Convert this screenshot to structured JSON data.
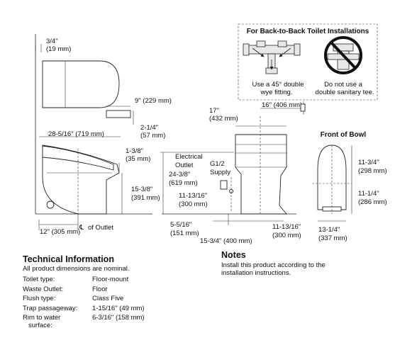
{
  "backtoback": {
    "title": "For Back-to-Back Toilet Installations",
    "left_caption_1": "Use a 45° double",
    "left_caption_2": "wye fitting.",
    "right_caption_1": "Do not use a",
    "right_caption_2": "double sanitary tee."
  },
  "side": {
    "dim_top_in": "3/4\"",
    "dim_top_mm": "(19 mm)",
    "dim_9_in": "9\" (229 mm)",
    "dim_2_in": "2-1/4\"",
    "dim_2_mm": "(57 mm)",
    "dim_28": "28-5/16\" (719 mm)",
    "dim_138_in": "1-3/8\"",
    "dim_138_mm": "(35 mm)",
    "dim_1538_in": "15-3/8\"",
    "dim_1538_mm": "(391 mm)",
    "dim_12": "12\" (305 mm)",
    "outlet_label": "of Outlet",
    "cl_symbol": "℄"
  },
  "back": {
    "electrical_1": "Electrical",
    "electrical_2": "Outlet",
    "supply_1": "G1/2",
    "supply_2": "Supply",
    "dim_17_in": "17\"",
    "dim_17_mm": "(432 mm)",
    "dim_16": "16\" (406 mm)",
    "dim_2438_in": "24-3/8\"",
    "dim_2438_mm": "(619 mm)",
    "dim_111316_in": "11-13/16\"",
    "dim_111316_mm": "(300 mm)",
    "dim_5516_in": "5-5/16\"",
    "dim_5516_mm": "(151 mm)",
    "dim_1534": "15-3/4\" (400 mm)",
    "dim_111316b_in": "11-13/16\"",
    "dim_111316b_mm": "(300 mm)"
  },
  "front": {
    "title": "Front of Bowl",
    "dim_1134_in": "11-3/4\"",
    "dim_1134_mm": "(298 mm)",
    "dim_1114_in": "11-1/4\"",
    "dim_1114_mm": "(286 mm)",
    "dim_1314_in": "13-1/4\"",
    "dim_1314_mm": "(337 mm)"
  },
  "tech": {
    "title": "Technical Information",
    "subtitle": "All product dimensions are nominal.",
    "rows": [
      {
        "label": "Toilet type:",
        "value": "Floor-mount"
      },
      {
        "label": "Waste Outlet:",
        "value": "Floor"
      },
      {
        "label": "Flush type:",
        "value": "Class Five"
      },
      {
        "label": "Trap passageway:",
        "value": "1-15/16\" (49 mm)"
      },
      {
        "label": "Rim to water",
        "label2": "surface:",
        "value": "6-3/16\" (158 mm)"
      }
    ]
  },
  "notes": {
    "title": "Notes",
    "text_1": "Install this product according to the",
    "text_2": "installation instructions."
  }
}
